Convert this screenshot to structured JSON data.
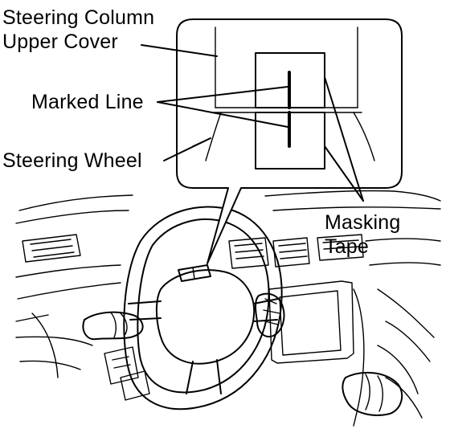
{
  "labels": {
    "steering_column_line1": "Steering Column",
    "steering_column_line2": "Upper Cover",
    "marked_line": "Marked Line",
    "steering_wheel": "Steering Wheel",
    "masking_tape_line1": "Masking",
    "masking_tape_line2": "Tape"
  },
  "colors": {
    "ink": "#000000",
    "background": "#ffffff"
  }
}
